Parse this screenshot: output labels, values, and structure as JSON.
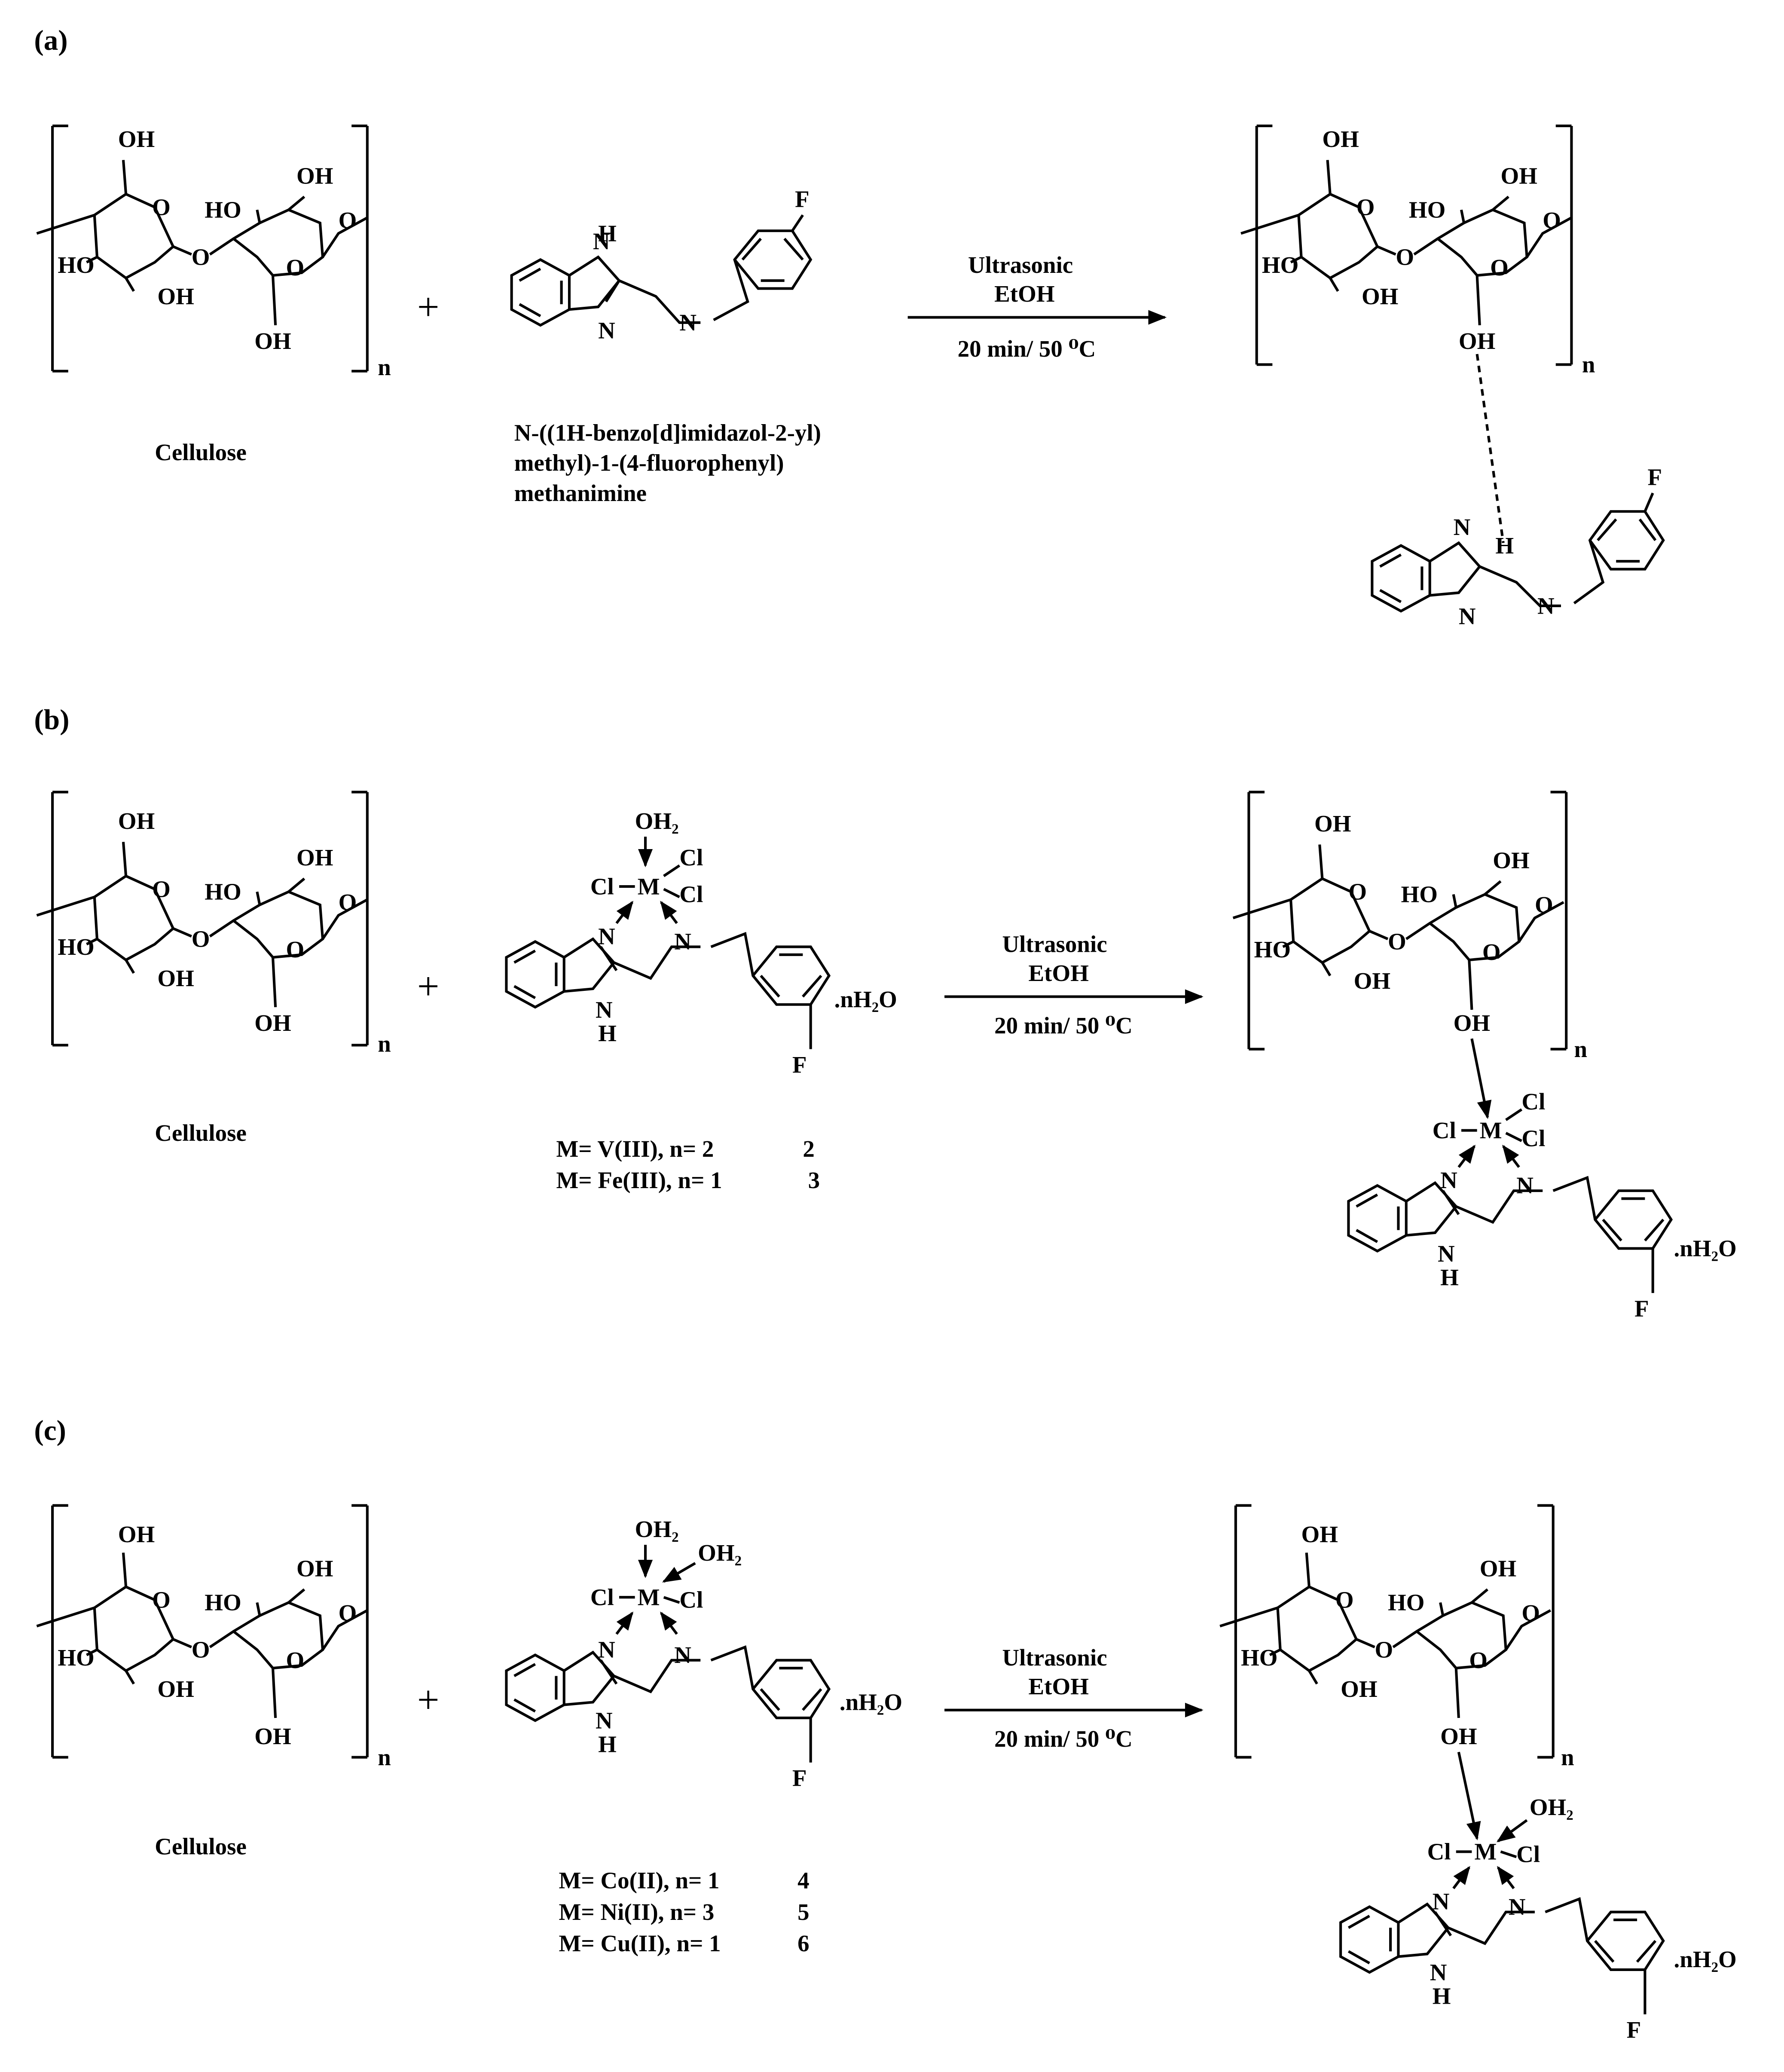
{
  "panels": {
    "a": {
      "label": "(a)",
      "reactant_name": "Cellulose",
      "ligand_name_lines": [
        "N-((1H-benzo[d]imidazol-2-yl)",
        "methyl)-1-(4-fluorophenyl)",
        "methanimine"
      ],
      "conditions": {
        "reagent": "Ultrasonic",
        "solvent": "EtOH",
        "time_temp": "20 min/ 50 ⁰C"
      }
    },
    "b": {
      "label": "(b)",
      "reactant_name": "Cellulose",
      "hydrate": ".nH₂O",
      "complexes": [
        {
          "text": "M= V(III), n= 2",
          "number": "2"
        },
        {
          "text": "M= Fe(III), n= 1",
          "number": "3"
        }
      ],
      "conditions": {
        "reagent": "Ultrasonic",
        "solvent": "EtOH",
        "time_temp": "20 min/ 50 ⁰C"
      }
    },
    "c": {
      "label": "(c)",
      "reactant_name": "Cellulose",
      "hydrate": ".nH₂O",
      "complexes": [
        {
          "text": "M= Co(II), n= 1",
          "number": "4"
        },
        {
          "text": "M= Ni(II), n= 3",
          "number": "5"
        },
        {
          "text": "M= Cu(II), n= 1",
          "number": "6"
        }
      ],
      "conditions": {
        "reagent": "Ultrasonic",
        "solvent": "EtOH",
        "time_temp": "20 min/ 50 ⁰C"
      }
    }
  },
  "atoms": {
    "OH": "OH",
    "HO": "HO",
    "O": "O",
    "n": "n",
    "F": "F",
    "N": "N",
    "H": "H",
    "NH": "N",
    "M": "M",
    "Cl": "Cl",
    "OH2": "OH₂",
    "plus": "+"
  }
}
